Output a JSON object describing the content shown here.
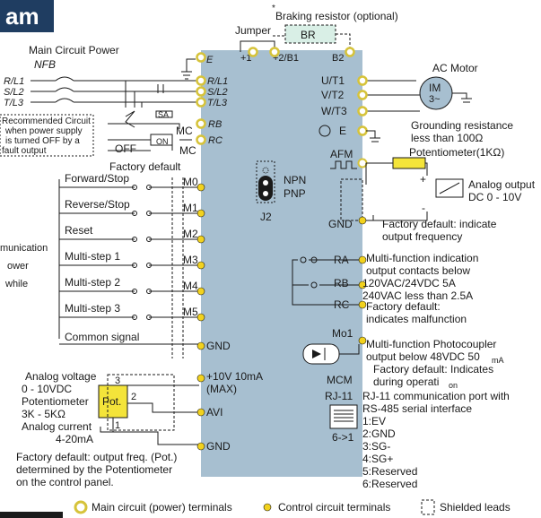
{
  "header": {
    "title_fragment": "am"
  },
  "top": {
    "braking_star": "*",
    "braking_resistor": "Braking resistor (optional)",
    "jumper": "Jumper",
    "br": "BR",
    "plus1": "+1",
    "plus2b1": "+2/B1",
    "b2": "B2"
  },
  "main_circuit": {
    "title": "Main Circuit Power",
    "nfb": "NFB",
    "inputs": [
      "R/L1",
      "S/L2",
      "T/L3"
    ],
    "terminals": [
      "R/L1",
      "S/L2",
      "T/L3"
    ],
    "e_terminal": "E",
    "recommended": [
      "Recommended Circuit",
      "when power supply",
      "is turned OFF by a",
      "fault output"
    ],
    "sa": "SA",
    "mc": "MC",
    "off": "OFF",
    "on": "ON",
    "rb": "RB",
    "rc": "RC"
  },
  "motor": {
    "title": "AC Motor",
    "im": "IM",
    "phase": "3~",
    "outputs": [
      "U/T1",
      "V/T2",
      "W/T3"
    ],
    "e": "E",
    "grounding": [
      "Grounding resistance",
      "less than 100Ω"
    ]
  },
  "inputs": {
    "factory_default": "Factory default",
    "rows": [
      {
        "label": "Forward/Stop",
        "terminal": "M0"
      },
      {
        "label": "Reverse/Stop",
        "terminal": "M1"
      },
      {
        "label": "Reset",
        "terminal": "M2"
      },
      {
        "label": "Multi-step 1",
        "terminal": "M3"
      },
      {
        "label": "Multi-step 2",
        "terminal": "M4"
      },
      {
        "label": "Multi-step 3",
        "terminal": "M5"
      }
    ],
    "common": "Common signal",
    "gnd": "GND",
    "left_cut": [
      "munication",
      "ower",
      " while"
    ]
  },
  "jumper_j2": {
    "npn": "NPN",
    "pnp": "PNP",
    "j2": "J2"
  },
  "afm": {
    "label": "AFM",
    "potentiometer": "Potentiometer(1KΩ)",
    "analog_output": [
      "Analog output",
      "DC 0 - 10V"
    ],
    "plus": "+",
    "minus": "-",
    "gnd": "GND",
    "note": [
      "Factory default: indicate",
      "output frequency"
    ]
  },
  "relay": {
    "terminals": [
      "RA",
      "RB",
      "RC"
    ],
    "desc": [
      "Multi-function indication",
      "output contacts below",
      "120VAC/24VDC 5A",
      "240VAC less than 2.5A",
      "Factory default:",
      "indicates malfunction"
    ]
  },
  "photo": {
    "mo1": "Mo1",
    "mcm": "MCM",
    "desc": [
      "Multi-function Photocoupler",
      "output below 48VDC 50",
      "mA",
      "Factory default: Indicates",
      "during operati",
      "on"
    ]
  },
  "rj11": {
    "label": "RJ-11",
    "arrow": "6->1",
    "desc": [
      "RJ-11 communication port with",
      "RS-485 serial interface"
    ],
    "pins": [
      "1:EV",
      "2:GND",
      "3:SG-",
      "4:SG+",
      "5:Reserved",
      "6:Reserved"
    ]
  },
  "analog_in": {
    "voltage": [
      "Analog voltage",
      "0 - 10VDC"
    ],
    "pot": [
      "Potentiometer",
      "3K - 5KΩ"
    ],
    "current": [
      "Analog current",
      "4-20mA"
    ],
    "pot_box": "Pot.",
    "pins": [
      "3",
      "2",
      "1"
    ],
    "ten_v": [
      "+10V 10mA",
      "(MAX)"
    ],
    "avi": "AVI",
    "gnd": "GND",
    "note": [
      "Factory default: output freq. (Pot.)",
      "determined by the Potentiometer",
      "on the control panel."
    ]
  },
  "legend": {
    "main": "Main circuit (power) terminals",
    "control": "Control circuit terminals",
    "shielded": "Shielded leads"
  },
  "colors": {
    "panel": "#a7bfd0",
    "terminal_main": "#d6c33a",
    "terminal_ctrl": "#f2d21e",
    "pot_box": "#f4e43a",
    "header": "#1f3d61",
    "br_box": "#d9efe6"
  }
}
